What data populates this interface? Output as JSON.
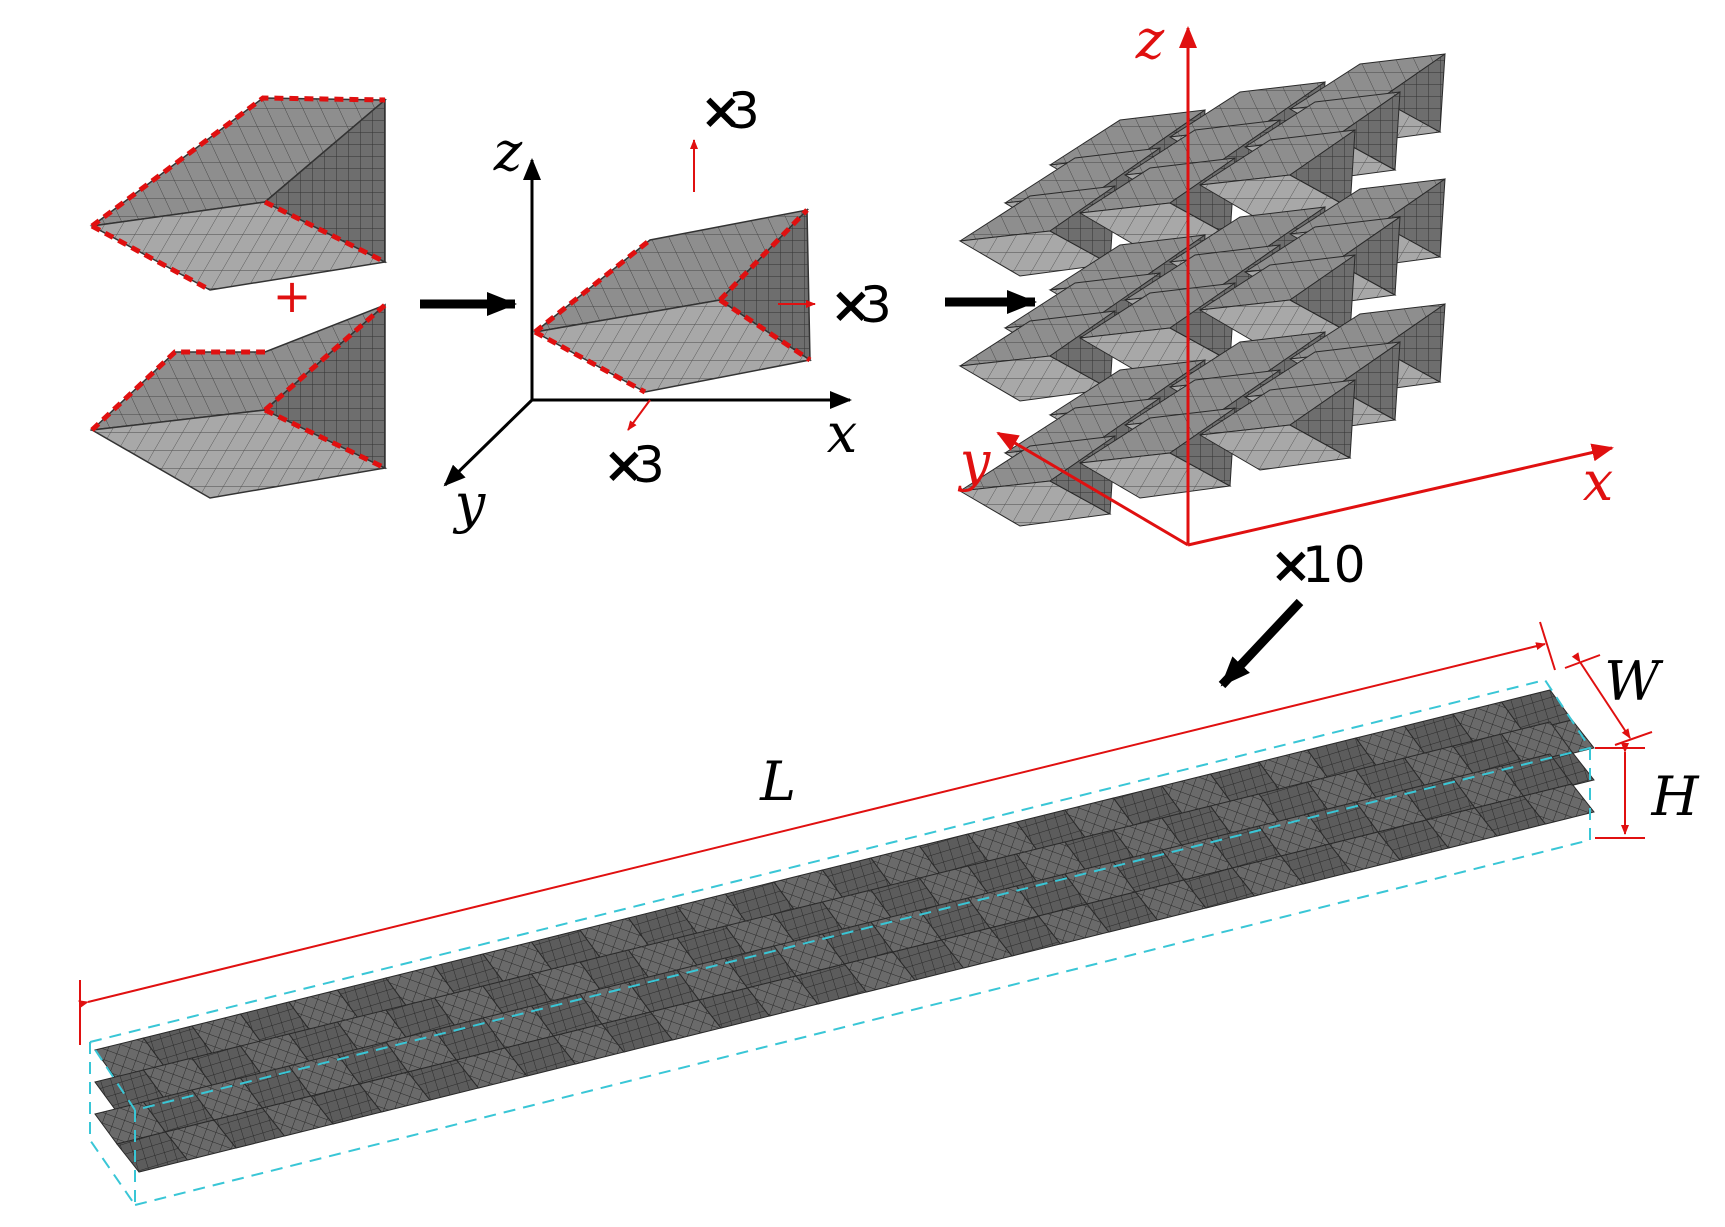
{
  "colors": {
    "mesh_face_light": "#a8a8a8",
    "mesh_face_mid": "#8c8c8c",
    "mesh_face_dark": "#6a6a6a",
    "mesh_face_strip": "#555555",
    "mesh_line": "#3a3a3a",
    "edge_highlight": "#e01010",
    "axis_black": "#000000",
    "axis_red": "#e01010",
    "dimension_red": "#e01010",
    "bounding_box": "#39c6d6",
    "plus_sign": "#e01010"
  },
  "panel_unit_pair": {
    "plus_symbol": "+"
  },
  "panel_unit_cell": {
    "axis_labels": {
      "x": "x",
      "y": "y",
      "z": "z"
    },
    "repeat_z": {
      "symbol": "×",
      "count": "3"
    },
    "repeat_x": {
      "symbol": "×",
      "count": "3"
    },
    "repeat_y": {
      "symbol": "×",
      "count": "3"
    }
  },
  "panel_block": {
    "axis_labels": {
      "x": "x",
      "y": "y",
      "z": "z"
    },
    "repeat_length": {
      "symbol": "×",
      "count": "10"
    }
  },
  "panel_beam": {
    "dimension_labels": {
      "length": "L",
      "width": "W",
      "height": "H"
    }
  }
}
